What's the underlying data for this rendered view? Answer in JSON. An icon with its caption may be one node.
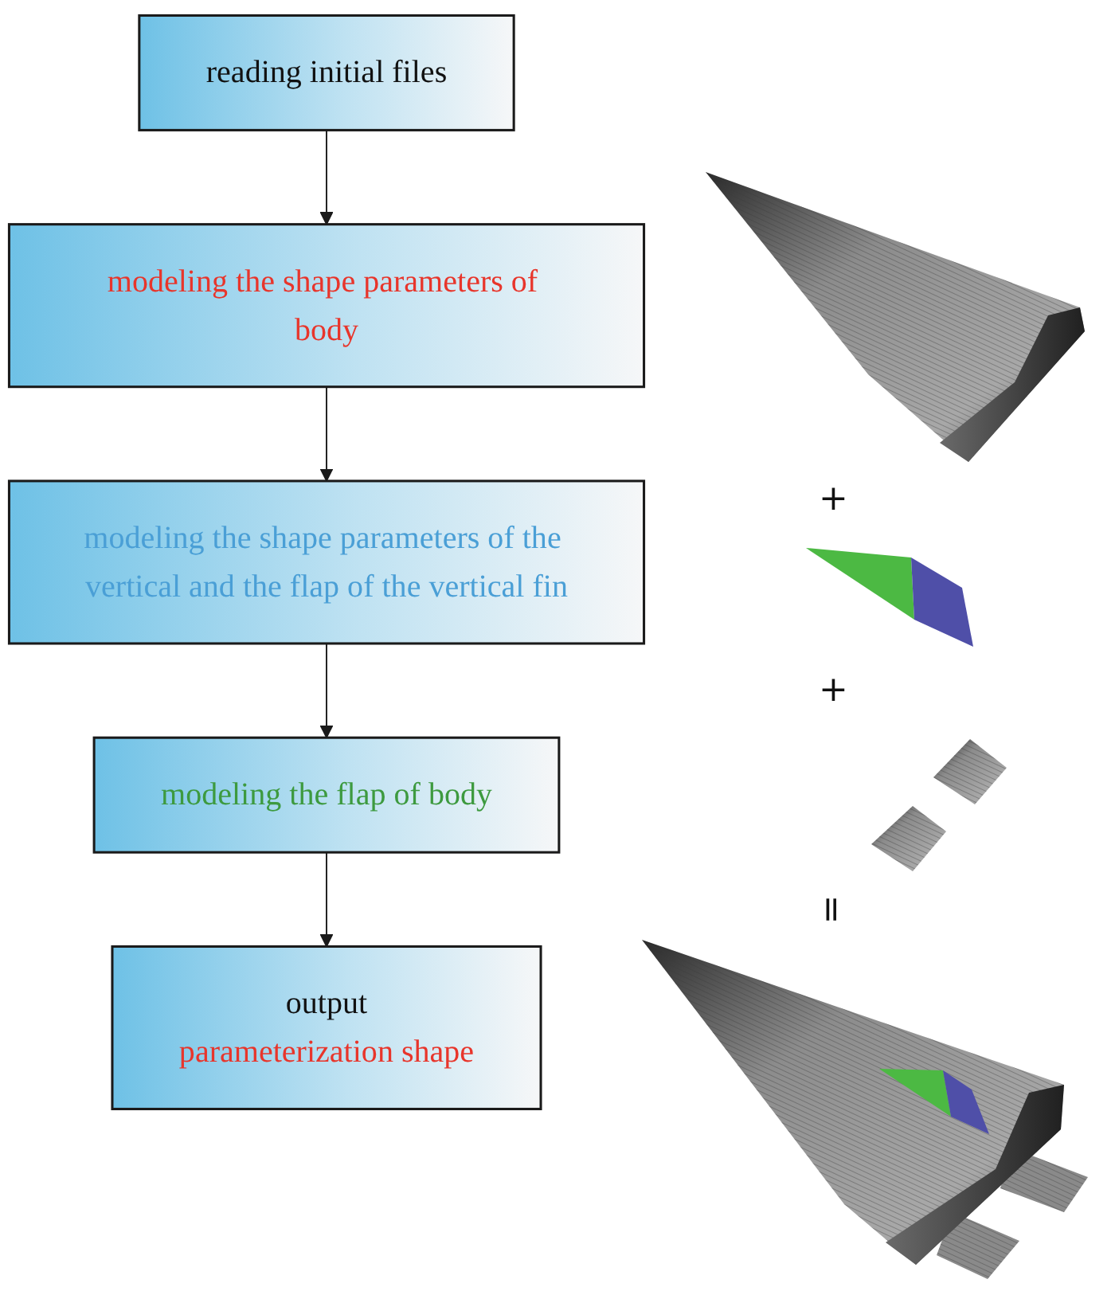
{
  "diagram": {
    "nodes": [
      {
        "text": [
          "reading initial files"
        ]
      },
      {
        "text": [
          "modeling the shape parameters of body"
        ]
      },
      {
        "text": [
          "modeling the shape parameters of the vertical and the flap of the vertical fin"
        ]
      },
      {
        "text": [
          "modeling the flap of body"
        ]
      },
      {
        "text": [
          "output",
          "parameterization shape"
        ]
      }
    ],
    "edges": [
      {
        "from": 0,
        "to": 1,
        "arrow": "to"
      },
      {
        "from": 1,
        "to": 2,
        "arrow": "to"
      },
      {
        "from": 2,
        "to": 3,
        "arrow": "to"
      },
      {
        "from": 3,
        "to": 4,
        "arrow": "to"
      }
    ],
    "labels": [
      "+",
      "+",
      "="
    ]
  }
}
